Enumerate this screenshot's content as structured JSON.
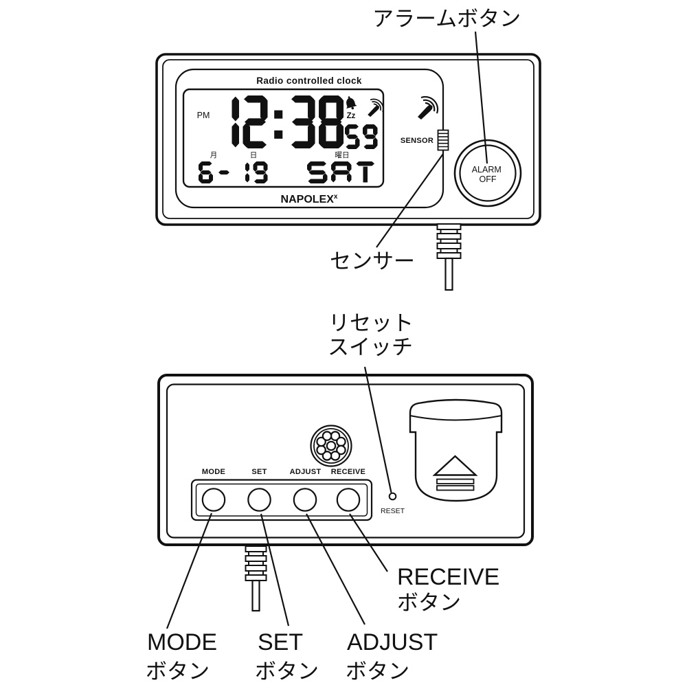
{
  "diagram": {
    "colors": {
      "ink": "#111111",
      "bg": "#ffffff"
    },
    "front": {
      "callout_alarm": "アラームボタン",
      "callout_sensor": "センサー",
      "panel_title": "Radio controlled clock",
      "brand": "NAPOLEX",
      "brand_sup": "x",
      "lcd": {
        "ampm": "PM",
        "time": "12:38",
        "seconds": "59",
        "snooze": "Zz",
        "month_label": "月",
        "day_label": "日",
        "weekday_label": "曜日",
        "date": "6-19",
        "weekday": "SAT"
      },
      "icons": {
        "alarm": "bell-icon",
        "signal_lcd": "radio-wave-icon",
        "signal_body": "radio-wave-icon"
      },
      "sensor_label": "SENSOR",
      "alarm_button_line1": "ALARM",
      "alarm_button_line2": "OFF"
    },
    "back": {
      "callout_reset_line1": "リセット",
      "callout_reset_line2": "スイッチ",
      "buttons": [
        "MODE",
        "SET",
        "ADJUST",
        "RECEIVE"
      ],
      "reset_label": "RESET",
      "callout_receive_line1": "RECEIVE",
      "callout_receive_line2": "ボタン",
      "callout_mode_line1": "MODE",
      "callout_mode_line2": "ボタン",
      "callout_set_line1": "SET",
      "callout_set_line2": "ボタン",
      "callout_adjust_line1": "ADJUST",
      "callout_adjust_line2": "ボタン"
    }
  }
}
